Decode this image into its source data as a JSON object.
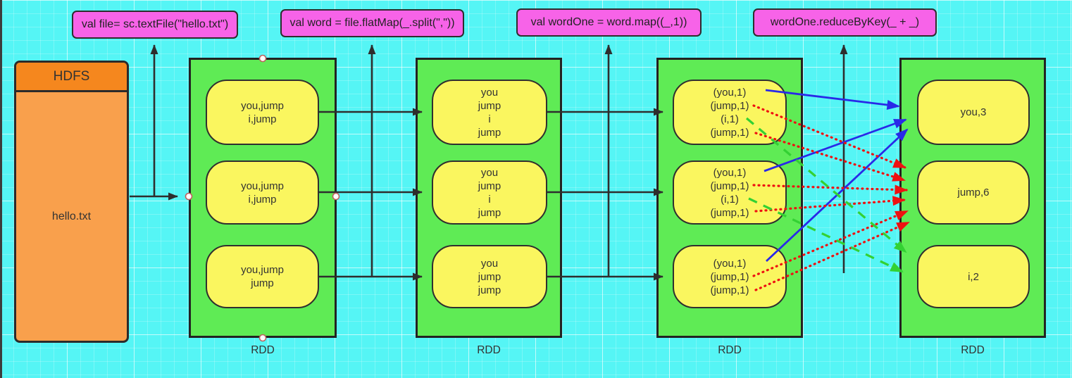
{
  "labels": [
    "val file= sc.textFile(\"hello.txt\")",
    "val word = file.flatMap(_.split(\",\"))",
    "val wordOne = word.map((_,1))",
    "wordOne.reduceByKey(_ + _)"
  ],
  "hdfs": {
    "title": "HDFS",
    "file": "hello.txt"
  },
  "rdds": [
    {
      "label": "RDD",
      "partitions": [
        [
          "you,jump",
          "i,jump"
        ],
        [
          "you,jump",
          "i,jump"
        ],
        [
          "you,jump",
          "jump"
        ]
      ]
    },
    {
      "label": "RDD",
      "partitions": [
        [
          "you",
          "jump",
          "i",
          "jump"
        ],
        [
          "you",
          "jump",
          "i",
          "jump"
        ],
        [
          "you",
          "jump",
          "jump"
        ]
      ]
    },
    {
      "label": "RDD",
      "partitions": [
        [
          "(you,1)",
          "(jump,1)",
          "(i,1)",
          "(jump,1)"
        ],
        [
          "(you,1)",
          "(jump,1)",
          "(i,1)",
          "(jump,1)"
        ],
        [
          "(you,1)",
          "(jump,1)",
          "(jump,1)"
        ]
      ]
    },
    {
      "label": "RDD",
      "partitions": [
        [
          "you,3"
        ],
        [
          "jump,6"
        ],
        [
          "i,2"
        ]
      ]
    }
  ],
  "colors": {
    "background": "#55F5F5",
    "label_fill": "#F763E8",
    "rdd_fill": "#5FEB55",
    "partition_fill": "#FAF65F",
    "hdfs_header_fill": "#F5871E",
    "hdfs_body_fill": "#F9A04C",
    "edge_black": "#2E2E2E",
    "edge_you_blue": "#2929E8",
    "edge_jump_red": "#EE1111",
    "edge_i_green": "#33D133"
  }
}
